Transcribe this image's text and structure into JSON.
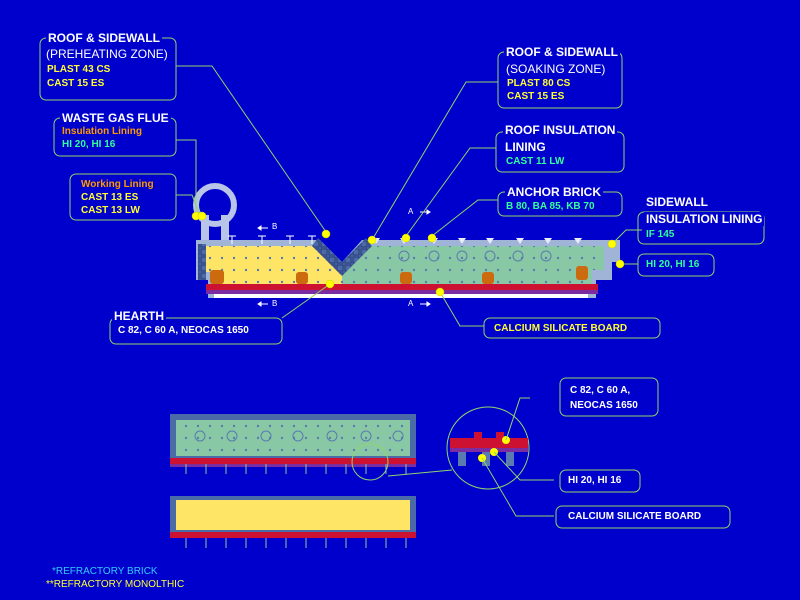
{
  "callouts": {
    "roof_preheat": {
      "title": "ROOF & SIDEWALL",
      "zone": "(PREHEATING ZONE)",
      "line1": "PLAST 43 CS",
      "line2": "CAST 15 ES"
    },
    "roof_soak": {
      "title": "ROOF & SIDEWALL",
      "zone": "(SOAKING ZONE)",
      "line1": "PLAST 80 CS",
      "line2": "CAST 15 ES"
    },
    "waste_gas": {
      "title": "WASTE GAS FLUE",
      "sub": "Insulation Lining",
      "line1": "HI 20, HI 16"
    },
    "working_lining": {
      "title": "Working Lining",
      "line1": "CAST 13 ES",
      "line2": "CAST 13 LW"
    },
    "roof_insulation": {
      "title1": "ROOF INSULATION",
      "title2": "LINING",
      "line1": "CAST 11 LW"
    },
    "anchor_brick": {
      "title": "ANCHOR BRICK",
      "line1": "B 80, BA 85, KB 70"
    },
    "sidewall_insulation": {
      "title1": "SIDEWALL",
      "title2": "INSULATION LINING",
      "line1": "IF 145"
    },
    "hi_right": {
      "line1": "HI 20, HI 16"
    },
    "hearth": {
      "title": "HEARTH",
      "line1": "C 82, C 60 A, NEOCAS 1650"
    },
    "calcium_top": {
      "line1": "CALCIUM SILICATE BOARD"
    },
    "detail_c82": {
      "line1": "C 82, C 60 A,",
      "line2": "NEOCAS 1650"
    },
    "detail_hi": {
      "line1": "HI 20, HI 16"
    },
    "calcium_bottom": {
      "line1": "CALCIUM SILICATE BOARD"
    }
  },
  "sections": {
    "a": "A",
    "b": "B"
  },
  "legend": {
    "brick": "*REFRACTORY BRICK",
    "monolithic": "**REFRACTORY MONOLTHIC"
  },
  "colors": {
    "background": "#0000CC",
    "preheat_zone": "#ffe566",
    "soak_zone": "#88c8a4",
    "hearth_red": "#cc1133",
    "insulation": "#ffffff",
    "callout_line": "#8fd66a",
    "marker": "#ffff00"
  }
}
